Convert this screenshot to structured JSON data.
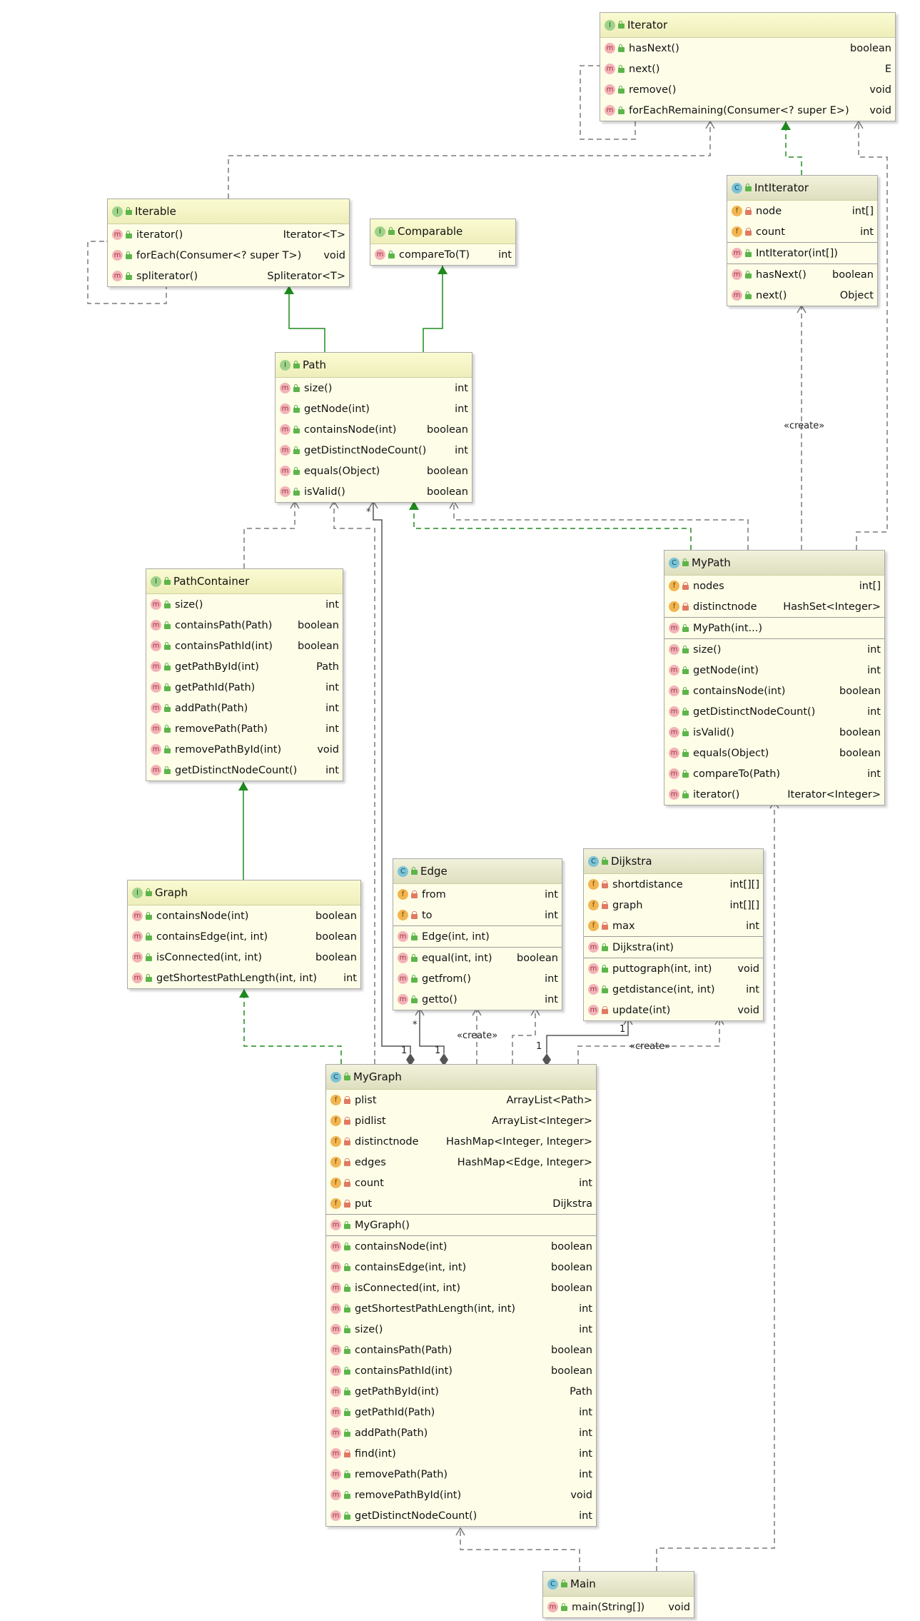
{
  "colors": {
    "edge_dashed": "#7a7a7a",
    "edge_solid": "#555555",
    "realize": "#1e8a1e",
    "header": "#f6f6c8",
    "body": "#fefee8"
  },
  "boxes": {
    "iterator": {
      "kind": "I",
      "name": "Iterator",
      "sections": [
        [
          {
            "k": "m",
            "v": "pub",
            "n": "hasNext()",
            "t": "boolean"
          },
          {
            "k": "m",
            "v": "pub",
            "n": "next()",
            "t": "E"
          },
          {
            "k": "m",
            "v": "pub",
            "n": "remove()",
            "t": "void"
          },
          {
            "k": "m",
            "v": "pub",
            "n": "forEachRemaining(Consumer<? super E>)",
            "t": "void"
          }
        ]
      ]
    },
    "iterable": {
      "kind": "I",
      "name": "Iterable",
      "sections": [
        [
          {
            "k": "m",
            "v": "pub",
            "n": "iterator()",
            "t": "Iterator<T>"
          },
          {
            "k": "m",
            "v": "pub",
            "n": "forEach(Consumer<? super T>)",
            "t": "void"
          },
          {
            "k": "m",
            "v": "pub",
            "n": "spliterator()",
            "t": "Spliterator<T>"
          }
        ]
      ]
    },
    "comparable": {
      "kind": "I",
      "name": "Comparable",
      "sections": [
        [
          {
            "k": "m",
            "v": "pub",
            "n": "compareTo(T)",
            "t": "int"
          }
        ]
      ]
    },
    "intiterator": {
      "kind": "C",
      "name": "IntIterator",
      "sections": [
        [
          {
            "k": "f",
            "v": "priv",
            "n": "node",
            "t": "int[]"
          },
          {
            "k": "f",
            "v": "priv",
            "n": "count",
            "t": "int"
          }
        ],
        [
          {
            "k": "m",
            "v": "pub",
            "n": "IntIterator(int[])",
            "t": ""
          }
        ],
        [
          {
            "k": "m",
            "v": "pub",
            "n": "hasNext()",
            "t": "boolean"
          },
          {
            "k": "m",
            "v": "pub",
            "n": "next()",
            "t": "Object"
          }
        ]
      ]
    },
    "path": {
      "kind": "I",
      "name": "Path",
      "sections": [
        [
          {
            "k": "m",
            "v": "pub",
            "n": "size()",
            "t": "int"
          },
          {
            "k": "m",
            "v": "pub",
            "n": "getNode(int)",
            "t": "int"
          },
          {
            "k": "m",
            "v": "pub",
            "n": "containsNode(int)",
            "t": "boolean"
          },
          {
            "k": "m",
            "v": "pub",
            "n": "getDistinctNodeCount()",
            "t": "int"
          },
          {
            "k": "m",
            "v": "pub",
            "n": "equals(Object)",
            "t": "boolean"
          },
          {
            "k": "m",
            "v": "pub",
            "n": "isValid()",
            "t": "boolean"
          }
        ]
      ]
    },
    "pathcontainer": {
      "kind": "I",
      "name": "PathContainer",
      "sections": [
        [
          {
            "k": "m",
            "v": "pub",
            "n": "size()",
            "t": "int"
          },
          {
            "k": "m",
            "v": "pub",
            "n": "containsPath(Path)",
            "t": "boolean"
          },
          {
            "k": "m",
            "v": "pub",
            "n": "containsPathId(int)",
            "t": "boolean"
          },
          {
            "k": "m",
            "v": "pub",
            "n": "getPathById(int)",
            "t": "Path"
          },
          {
            "k": "m",
            "v": "pub",
            "n": "getPathId(Path)",
            "t": "int"
          },
          {
            "k": "m",
            "v": "pub",
            "n": "addPath(Path)",
            "t": "int"
          },
          {
            "k": "m",
            "v": "pub",
            "n": "removePath(Path)",
            "t": "int"
          },
          {
            "k": "m",
            "v": "pub",
            "n": "removePathById(int)",
            "t": "void"
          },
          {
            "k": "m",
            "v": "pub",
            "n": "getDistinctNodeCount()",
            "t": "int"
          }
        ]
      ]
    },
    "mypath": {
      "kind": "C",
      "name": "MyPath",
      "sections": [
        [
          {
            "k": "f",
            "v": "priv",
            "n": "nodes",
            "t": "int[]"
          },
          {
            "k": "f",
            "v": "priv",
            "n": "distinctnode",
            "t": "HashSet<Integer>"
          }
        ],
        [
          {
            "k": "m",
            "v": "pub",
            "n": "MyPath(int...)",
            "t": ""
          }
        ],
        [
          {
            "k": "m",
            "v": "pub",
            "n": "size()",
            "t": "int"
          },
          {
            "k": "m",
            "v": "pub",
            "n": "getNode(int)",
            "t": "int"
          },
          {
            "k": "m",
            "v": "pub",
            "n": "containsNode(int)",
            "t": "boolean"
          },
          {
            "k": "m",
            "v": "pub",
            "n": "getDistinctNodeCount()",
            "t": "int"
          },
          {
            "k": "m",
            "v": "pub",
            "n": "isValid()",
            "t": "boolean"
          },
          {
            "k": "m",
            "v": "pub",
            "n": "equals(Object)",
            "t": "boolean"
          },
          {
            "k": "m",
            "v": "pub",
            "n": "compareTo(Path)",
            "t": "int"
          },
          {
            "k": "m",
            "v": "pub",
            "n": "iterator()",
            "t": "Iterator<Integer>"
          }
        ]
      ]
    },
    "graph": {
      "kind": "I",
      "name": "Graph",
      "sections": [
        [
          {
            "k": "m",
            "v": "pub",
            "n": "containsNode(int)",
            "t": "boolean"
          },
          {
            "k": "m",
            "v": "pub",
            "n": "containsEdge(int, int)",
            "t": "boolean"
          },
          {
            "k": "m",
            "v": "pub",
            "n": "isConnected(int, int)",
            "t": "boolean"
          },
          {
            "k": "m",
            "v": "pub",
            "n": "getShortestPathLength(int, int)",
            "t": "int"
          }
        ]
      ]
    },
    "edge": {
      "kind": "C",
      "name": "Edge",
      "sections": [
        [
          {
            "k": "f",
            "v": "priv",
            "n": "from",
            "t": "int"
          },
          {
            "k": "f",
            "v": "priv",
            "n": "to",
            "t": "int"
          }
        ],
        [
          {
            "k": "m",
            "v": "pub",
            "n": "Edge(int, int)",
            "t": ""
          }
        ],
        [
          {
            "k": "m",
            "v": "pub",
            "n": "equal(int, int)",
            "t": "boolean"
          },
          {
            "k": "m",
            "v": "pub",
            "n": "getfrom()",
            "t": "int"
          },
          {
            "k": "m",
            "v": "pub",
            "n": "getto()",
            "t": "int"
          }
        ]
      ]
    },
    "dijkstra": {
      "kind": "C",
      "name": "Dijkstra",
      "sections": [
        [
          {
            "k": "f",
            "v": "priv",
            "n": "shortdistance",
            "t": "int[][]"
          },
          {
            "k": "f",
            "v": "priv",
            "n": "graph",
            "t": "int[][]"
          },
          {
            "k": "f",
            "v": "priv",
            "n": "max",
            "t": "int"
          }
        ],
        [
          {
            "k": "m",
            "v": "pub",
            "n": "Dijkstra(int)",
            "t": ""
          }
        ],
        [
          {
            "k": "m",
            "v": "pub",
            "n": "puttograph(int, int)",
            "t": "void"
          },
          {
            "k": "m",
            "v": "pub",
            "n": "getdistance(int, int)",
            "t": "int"
          },
          {
            "k": "m",
            "v": "priv",
            "n": "update(int)",
            "t": "void"
          }
        ]
      ]
    },
    "mygraph": {
      "kind": "C",
      "name": "MyGraph",
      "sections": [
        [
          {
            "k": "f",
            "v": "priv",
            "n": "plist",
            "t": "ArrayList<Path>"
          },
          {
            "k": "f",
            "v": "priv",
            "n": "pidlist",
            "t": "ArrayList<Integer>"
          },
          {
            "k": "f",
            "v": "priv",
            "n": "distinctnode",
            "t": "HashMap<Integer, Integer>"
          },
          {
            "k": "f",
            "v": "priv",
            "n": "edges",
            "t": "HashMap<Edge, Integer>"
          },
          {
            "k": "f",
            "v": "priv",
            "n": "count",
            "t": "int"
          },
          {
            "k": "f",
            "v": "priv",
            "n": "put",
            "t": "Dijkstra"
          }
        ],
        [
          {
            "k": "m",
            "v": "pub",
            "n": "MyGraph()",
            "t": ""
          }
        ],
        [
          {
            "k": "m",
            "v": "pub",
            "n": "containsNode(int)",
            "t": "boolean"
          },
          {
            "k": "m",
            "v": "pub",
            "n": "containsEdge(int, int)",
            "t": "boolean"
          },
          {
            "k": "m",
            "v": "pub",
            "n": "isConnected(int, int)",
            "t": "boolean"
          },
          {
            "k": "m",
            "v": "pub",
            "n": "getShortestPathLength(int, int)",
            "t": "int"
          },
          {
            "k": "m",
            "v": "pub",
            "n": "size()",
            "t": "int"
          },
          {
            "k": "m",
            "v": "pub",
            "n": "containsPath(Path)",
            "t": "boolean"
          },
          {
            "k": "m",
            "v": "pub",
            "n": "containsPathId(int)",
            "t": "boolean"
          },
          {
            "k": "m",
            "v": "pub",
            "n": "getPathById(int)",
            "t": "Path"
          },
          {
            "k": "m",
            "v": "pub",
            "n": "getPathId(Path)",
            "t": "int"
          },
          {
            "k": "m",
            "v": "pub",
            "n": "addPath(Path)",
            "t": "int"
          },
          {
            "k": "m",
            "v": "priv",
            "n": "find(int)",
            "t": "int"
          },
          {
            "k": "m",
            "v": "pub",
            "n": "removePath(Path)",
            "t": "int"
          },
          {
            "k": "m",
            "v": "pub",
            "n": "removePathById(int)",
            "t": "void"
          },
          {
            "k": "m",
            "v": "pub",
            "n": "getDistinctNodeCount()",
            "t": "int"
          }
        ]
      ]
    },
    "main": {
      "kind": "C",
      "name": "Main",
      "sections": [
        [
          {
            "k": "m",
            "v": "pub",
            "n": "main(String[])",
            "t": "void"
          }
        ]
      ]
    }
  },
  "labels": {
    "create_intiterator": "«create»",
    "create_edge": "«create»",
    "create_dijkstra": "«create»",
    "mult_star_path": "*",
    "mult_one_path": "1",
    "mult_star_edge": "*",
    "mult_one_edge": "1",
    "mult_one_dijkstra_top": "1",
    "mult_one_dijkstra": "1"
  }
}
